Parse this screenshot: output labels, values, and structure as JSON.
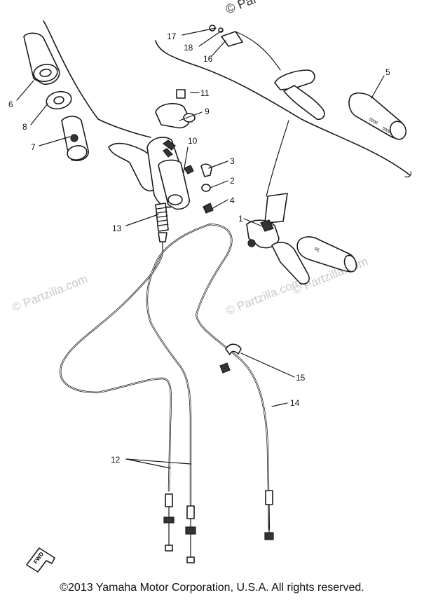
{
  "watermarks": [
    "© Partzilla.com",
    "© Partzilla.com",
    "© Partzilla.com",
    "© Par"
  ],
  "callouts": [
    "1",
    "2",
    "3",
    "4",
    "5",
    "6",
    "7",
    "8",
    "9",
    "10",
    "11",
    "12",
    "13",
    "14",
    "15",
    "16",
    "17",
    "18"
  ],
  "fwd_badge": "FWD",
  "grip_markings": [
    "5000",
    "5000",
    "SE"
  ],
  "copyright": "©2013  Yamaha Motor Corporation, U.S.A. All rights reserved."
}
